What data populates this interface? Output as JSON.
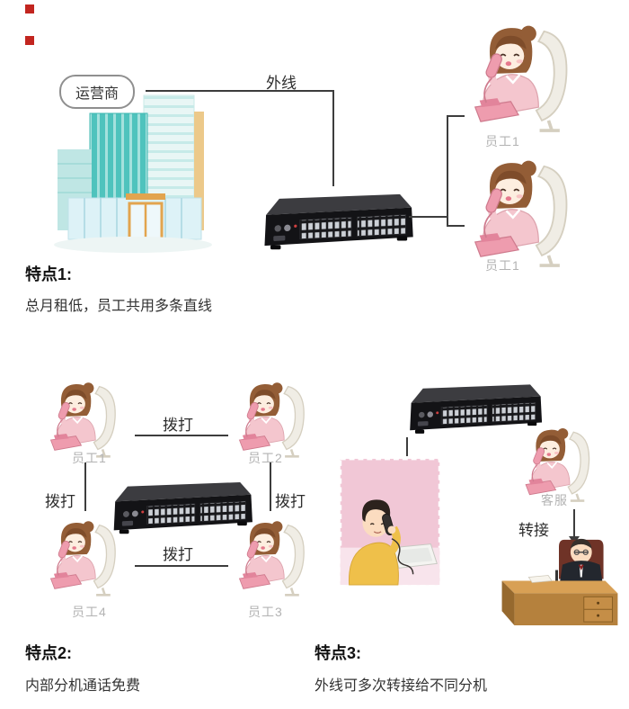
{
  "colors": {
    "line": "#3d3d3d",
    "employee_label": "#b3b3b3",
    "text": "#2e2e2e",
    "red_marker": "#c2251f",
    "building_teal": "#4fc3bd",
    "phone_pink": "#ee9cae",
    "device_black": "#131316",
    "photo_pink": "#f1c7d6"
  },
  "feature1": {
    "operator_badge": "运营商",
    "outside_line_label": "外线",
    "employee_labels": [
      "员工1",
      "员工1"
    ],
    "heading": "特点1:",
    "description": "总月租低，员工共用多条直线"
  },
  "feature2": {
    "heading": "特点2:",
    "description": "内部分机通话免费",
    "employee_labels": [
      "员工1",
      "员工2",
      "员工4",
      "员工3"
    ],
    "dial_labels": [
      "拨打",
      "拨打",
      "拨打",
      "拨打"
    ]
  },
  "feature3": {
    "heading": "特点3:",
    "description": "外线可多次转接给不同分机",
    "agent_label": "客服",
    "transfer_label": "转接"
  },
  "illustrations": {
    "building": "carrier-office-building",
    "pbx": "pbx-switch-device",
    "employee": "employee-on-phone",
    "caller": "external-caller-photo",
    "manager": "manager-at-desk"
  }
}
